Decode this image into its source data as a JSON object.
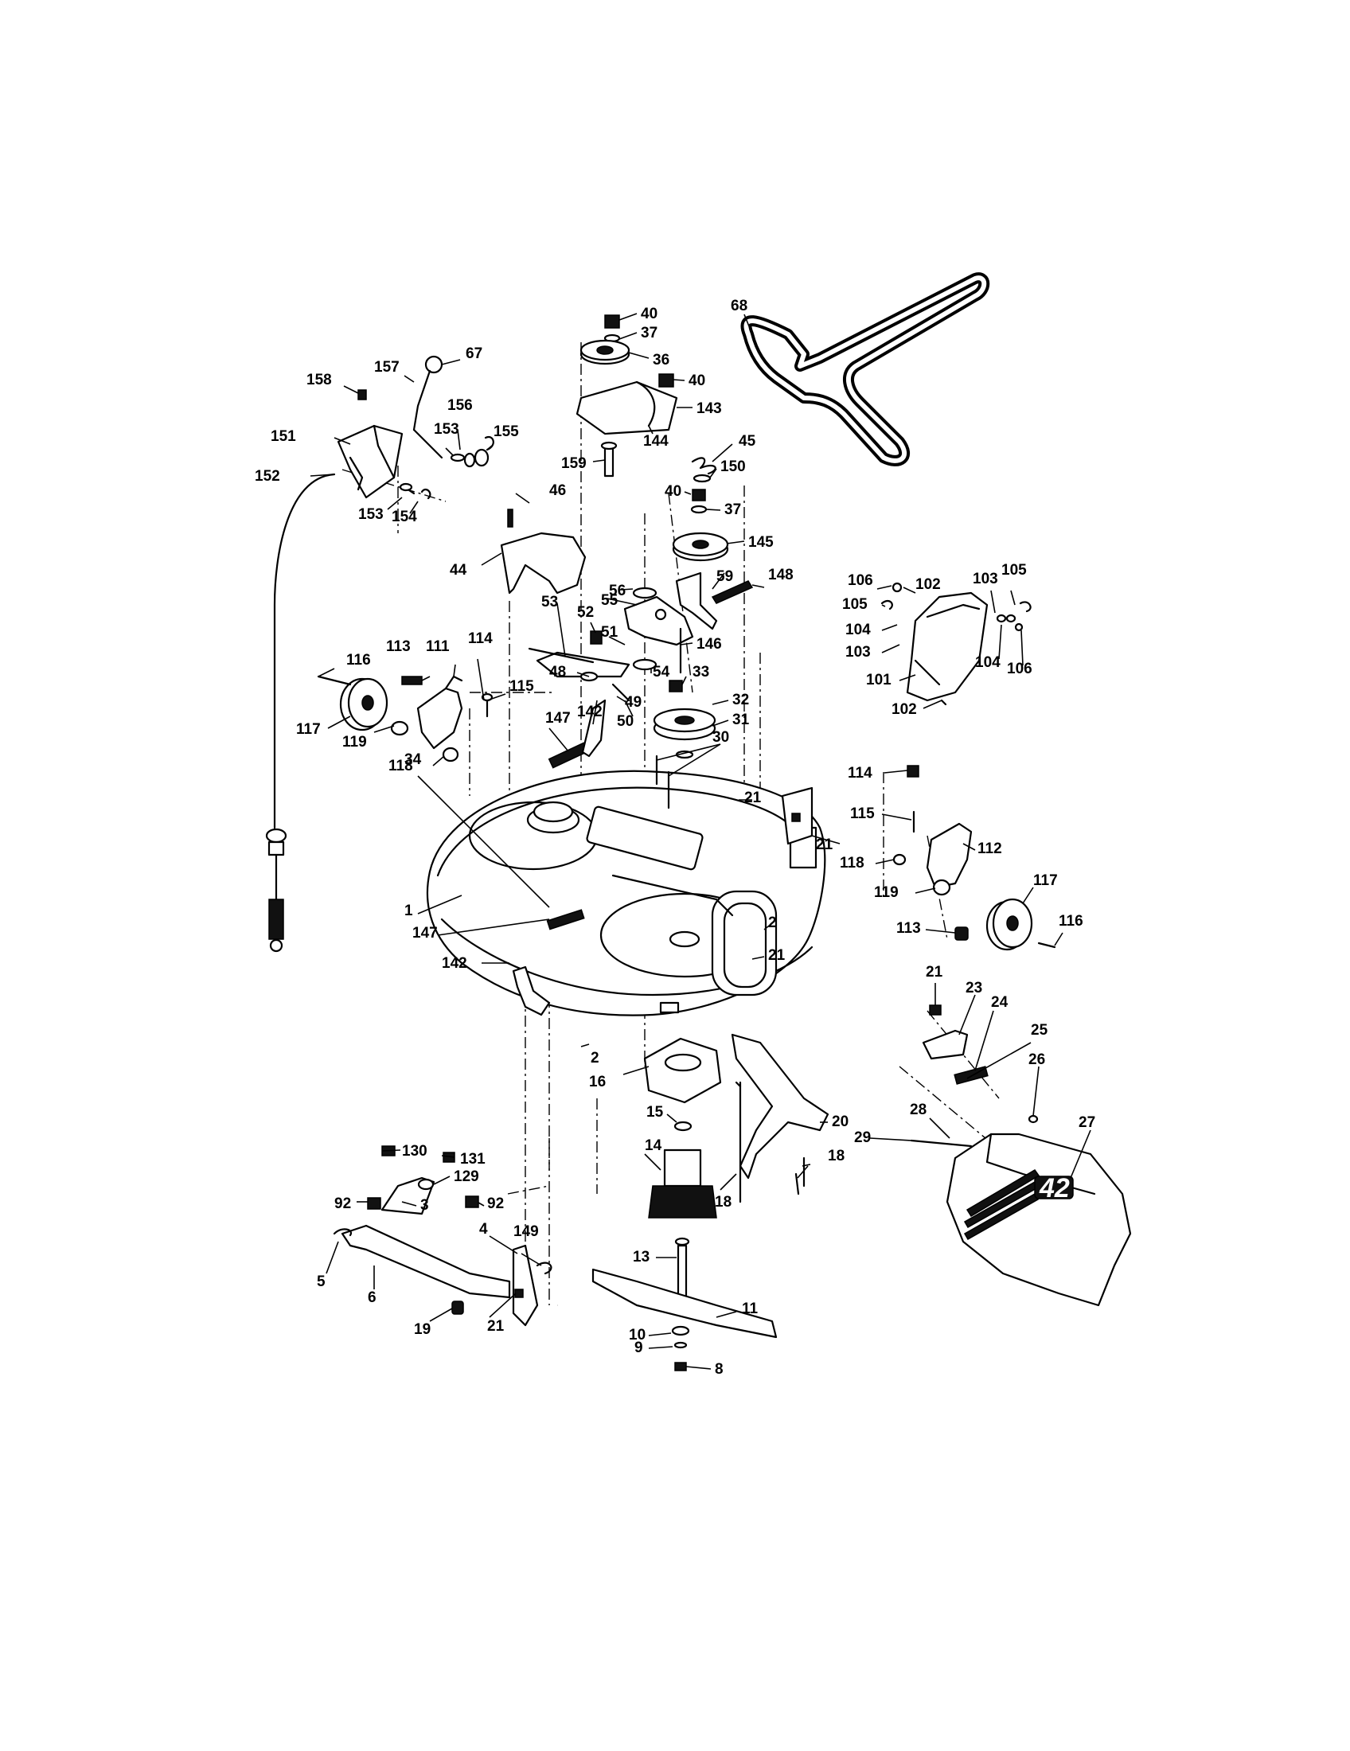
{
  "deck_emblem": "42",
  "callouts": [
    {
      "id": "c40a",
      "text": "40"
    },
    {
      "id": "c37a",
      "text": "37"
    },
    {
      "id": "c36",
      "text": "36"
    },
    {
      "id": "c40b",
      "text": "40"
    },
    {
      "id": "c143",
      "text": "143"
    },
    {
      "id": "c144",
      "text": "144"
    },
    {
      "id": "c159",
      "text": "159"
    },
    {
      "id": "c45",
      "text": "45"
    },
    {
      "id": "c150",
      "text": "150"
    },
    {
      "id": "c40c",
      "text": "40"
    },
    {
      "id": "c37b",
      "text": "37"
    },
    {
      "id": "c145",
      "text": "145"
    },
    {
      "id": "c68",
      "text": "68"
    },
    {
      "id": "c67",
      "text": "67"
    },
    {
      "id": "c157",
      "text": "157"
    },
    {
      "id": "c158",
      "text": "158"
    },
    {
      "id": "c156",
      "text": "156"
    },
    {
      "id": "c153a",
      "text": "153"
    },
    {
      "id": "c155",
      "text": "155"
    },
    {
      "id": "c151",
      "text": "151"
    },
    {
      "id": "c152",
      "text": "152"
    },
    {
      "id": "c153b",
      "text": "153"
    },
    {
      "id": "c154",
      "text": "154"
    },
    {
      "id": "c46",
      "text": "46"
    },
    {
      "id": "c44",
      "text": "44"
    },
    {
      "id": "c56",
      "text": "56"
    },
    {
      "id": "c59",
      "text": "59"
    },
    {
      "id": "c148",
      "text": "148"
    },
    {
      "id": "c53",
      "text": "53"
    },
    {
      "id": "c52",
      "text": "52"
    },
    {
      "id": "c55",
      "text": "55"
    },
    {
      "id": "c51",
      "text": "51"
    },
    {
      "id": "c146",
      "text": "146"
    },
    {
      "id": "c48",
      "text": "48"
    },
    {
      "id": "c54",
      "text": "54"
    },
    {
      "id": "c33",
      "text": "33"
    },
    {
      "id": "c49",
      "text": "49"
    },
    {
      "id": "c50",
      "text": "50"
    },
    {
      "id": "c32",
      "text": "32"
    },
    {
      "id": "c31",
      "text": "31"
    },
    {
      "id": "c30",
      "text": "30"
    },
    {
      "id": "c116a",
      "text": "116"
    },
    {
      "id": "c113a",
      "text": "113"
    },
    {
      "id": "c111",
      "text": "111"
    },
    {
      "id": "c114a",
      "text": "114"
    },
    {
      "id": "c115a",
      "text": "115"
    },
    {
      "id": "c147a",
      "text": "147"
    },
    {
      "id": "c142a",
      "text": "142"
    },
    {
      "id": "c117a",
      "text": "117"
    },
    {
      "id": "c119a",
      "text": "119"
    },
    {
      "id": "c118a",
      "text": "118"
    },
    {
      "id": "c34",
      "text": "34"
    },
    {
      "id": "c21a",
      "text": "21"
    },
    {
      "id": "c21b",
      "text": "21"
    },
    {
      "id": "c1",
      "text": "1"
    },
    {
      "id": "c147b",
      "text": "147"
    },
    {
      "id": "c2a",
      "text": "2"
    },
    {
      "id": "c21c",
      "text": "21"
    },
    {
      "id": "c142b",
      "text": "142"
    },
    {
      "id": "c106a",
      "text": "106"
    },
    {
      "id": "c102a",
      "text": "102"
    },
    {
      "id": "c103a",
      "text": "103"
    },
    {
      "id": "c105a",
      "text": "105"
    },
    {
      "id": "c105b",
      "text": "105"
    },
    {
      "id": "c104a",
      "text": "104"
    },
    {
      "id": "c103b",
      "text": "103"
    },
    {
      "id": "c104b",
      "text": "104"
    },
    {
      "id": "c106b",
      "text": "106"
    },
    {
      "id": "c101",
      "text": "101"
    },
    {
      "id": "c102b",
      "text": "102"
    },
    {
      "id": "c114b",
      "text": "114"
    },
    {
      "id": "c115b",
      "text": "115"
    },
    {
      "id": "c112",
      "text": "112"
    },
    {
      "id": "c118b",
      "text": "118"
    },
    {
      "id": "c117b",
      "text": "117"
    },
    {
      "id": "c119b",
      "text": "119"
    },
    {
      "id": "c113b",
      "text": "113"
    },
    {
      "id": "c116b",
      "text": "116"
    },
    {
      "id": "c21d",
      "text": "21"
    },
    {
      "id": "c23",
      "text": "23"
    },
    {
      "id": "c24",
      "text": "24"
    },
    {
      "id": "c25",
      "text": "25"
    },
    {
      "id": "c26",
      "text": "26"
    },
    {
      "id": "c28",
      "text": "28"
    },
    {
      "id": "c27",
      "text": "27"
    },
    {
      "id": "c29",
      "text": "29"
    },
    {
      "id": "c2b",
      "text": "2"
    },
    {
      "id": "c16",
      "text": "16"
    },
    {
      "id": "c15",
      "text": "15"
    },
    {
      "id": "c14",
      "text": "14"
    },
    {
      "id": "c20",
      "text": "20"
    },
    {
      "id": "c18a",
      "text": "18"
    },
    {
      "id": "c18b",
      "text": "18"
    },
    {
      "id": "c13",
      "text": "13"
    },
    {
      "id": "c11",
      "text": "11"
    },
    {
      "id": "c10",
      "text": "10"
    },
    {
      "id": "c9",
      "text": "9"
    },
    {
      "id": "c8",
      "text": "8"
    },
    {
      "id": "c130",
      "text": "130"
    },
    {
      "id": "c131",
      "text": "131"
    },
    {
      "id": "c129",
      "text": "129"
    },
    {
      "id": "c92a",
      "text": "92"
    },
    {
      "id": "c92b",
      "text": "92"
    },
    {
      "id": "c3",
      "text": "3"
    },
    {
      "id": "c4",
      "text": "4"
    },
    {
      "id": "c149",
      "text": "149"
    },
    {
      "id": "c5",
      "text": "5"
    },
    {
      "id": "c6",
      "text": "6"
    },
    {
      "id": "c19",
      "text": "19"
    },
    {
      "id": "c21e",
      "text": "21"
    }
  ]
}
